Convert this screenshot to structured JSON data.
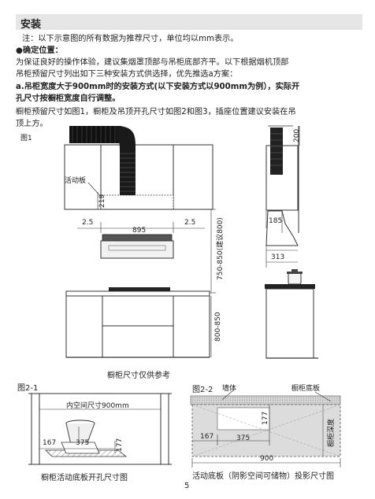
{
  "section_title": "安装",
  "note": "注：以下示意图的所有数据为推荐尺寸，单位均以mm表示。",
  "position_heading": "●确定位置：",
  "para1_line1": "为保证良好的操作体验，建议集烟罩顶部与吊柜底部齐平。以下根据烟机顶部",
  "para1_line2": "吊柜预留尺寸列出如下三种安装方式供选择，优先推选a方案：",
  "para2_line1": "a.吊柜宽度大于900mm时的安装方式(以下安装方式以900mm为例），实际开",
  "para2_line2": "孔尺寸按橱柜宽度自行调整。",
  "para3_line1": "橱柜预留尺寸如图1，橱柜及吊顶开孔尺寸如图2和图3，插座位置建议安装在吊",
  "para3_line2": "顶上方。",
  "fig1": {
    "label": "图1",
    "movable_board": "活动板",
    "dim_219": "219",
    "dim_2_5_left": "2.5",
    "dim_895": "895",
    "dim_2_5_right": "2.5",
    "dim_200": "200",
    "dim_185": "185",
    "dim_313": "313",
    "dim_750_850": "750-850(建议800)",
    "dim_800_850": "800-850",
    "caption": "橱柜尺寸仅供参考"
  },
  "fig21": {
    "label": "图2-1",
    "inner_space": "内空间尺寸900mm",
    "dim_167": "167",
    "dim_375": "375",
    "dim_177": "177",
    "caption": "橱柜活动底板开孔尺寸图"
  },
  "fig22": {
    "label": "图2-2",
    "wall": "墙体",
    "cabinet_bottom": "橱柜底板",
    "dim_177": "177",
    "dim_167": "167",
    "dim_375": "375",
    "dim_900": "900",
    "cabinet_depth": "橱柜深度",
    "caption": "活动底板（阴影空间可储物）投影尺寸图"
  },
  "page_number": "5"
}
